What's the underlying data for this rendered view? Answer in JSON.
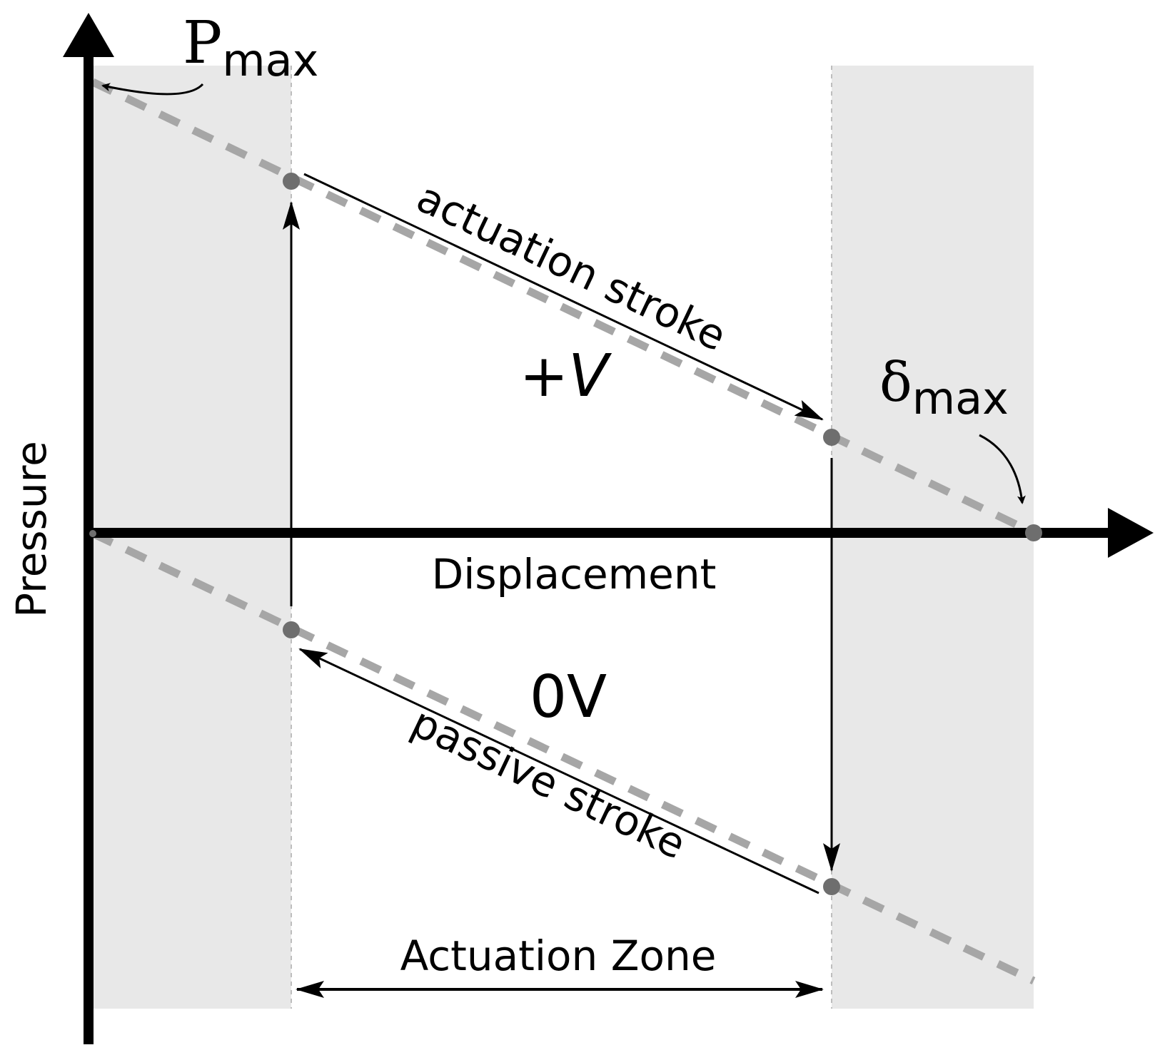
{
  "labels": {
    "y_axis": "Pressure",
    "x_axis": "Displacement",
    "p_max_main": "P",
    "p_max_sub": "max",
    "delta_max_main": "δ",
    "delta_max_sub": "max",
    "actuation_stroke": "actuation stroke",
    "passive_stroke": "passive stroke",
    "plus_v": "+V",
    "zero_v": "0V",
    "actuation_zone": "Actuation Zone"
  },
  "colors": {
    "shade": "#e8e8e8",
    "dashed_line": "#a6a6a6",
    "point": "#6e6e6e",
    "guide": "#bdbdbd",
    "ink": "#000000"
  }
}
